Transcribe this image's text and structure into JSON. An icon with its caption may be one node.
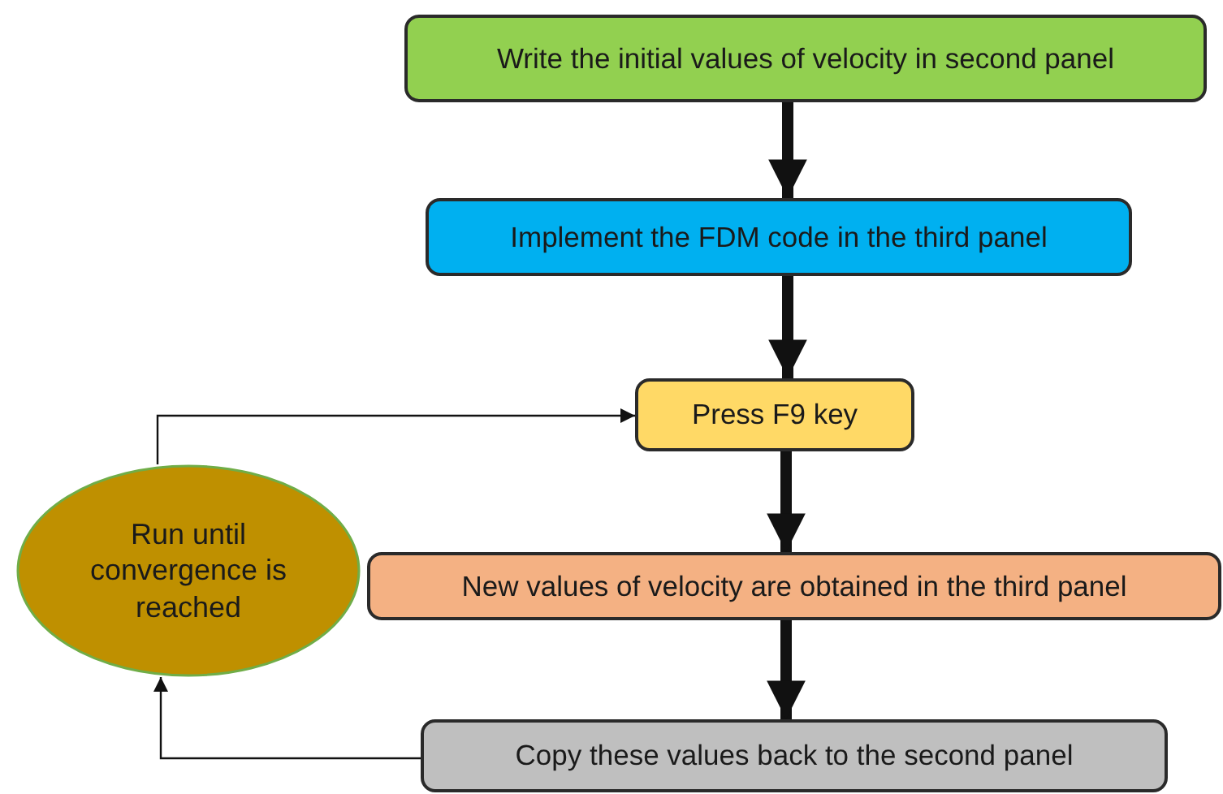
{
  "diagram": {
    "nodes": [
      {
        "text": [
          "Write the initial values of velocity in second panel"
        ]
      },
      {
        "text": [
          "Implement the FDM code in the third panel"
        ]
      },
      {
        "text": [
          "Press F9 key"
        ]
      },
      {
        "text": [
          "New values of velocity are obtained in the third panel"
        ]
      },
      {
        "text": [
          "Copy these values back to the second panel"
        ]
      },
      {
        "text": [
          "Run until convergence is reached"
        ]
      }
    ],
    "edges": [
      {
        "from": 0,
        "to": 1,
        "arrow": "to"
      },
      {
        "from": 1,
        "to": 2,
        "arrow": "to"
      },
      {
        "from": 2,
        "to": 3,
        "arrow": "to"
      },
      {
        "from": 3,
        "to": 4,
        "arrow": "to"
      },
      {
        "from": 4,
        "to": 5,
        "arrow": "to"
      },
      {
        "from": 5,
        "to": 2,
        "arrow": "to"
      }
    ]
  }
}
